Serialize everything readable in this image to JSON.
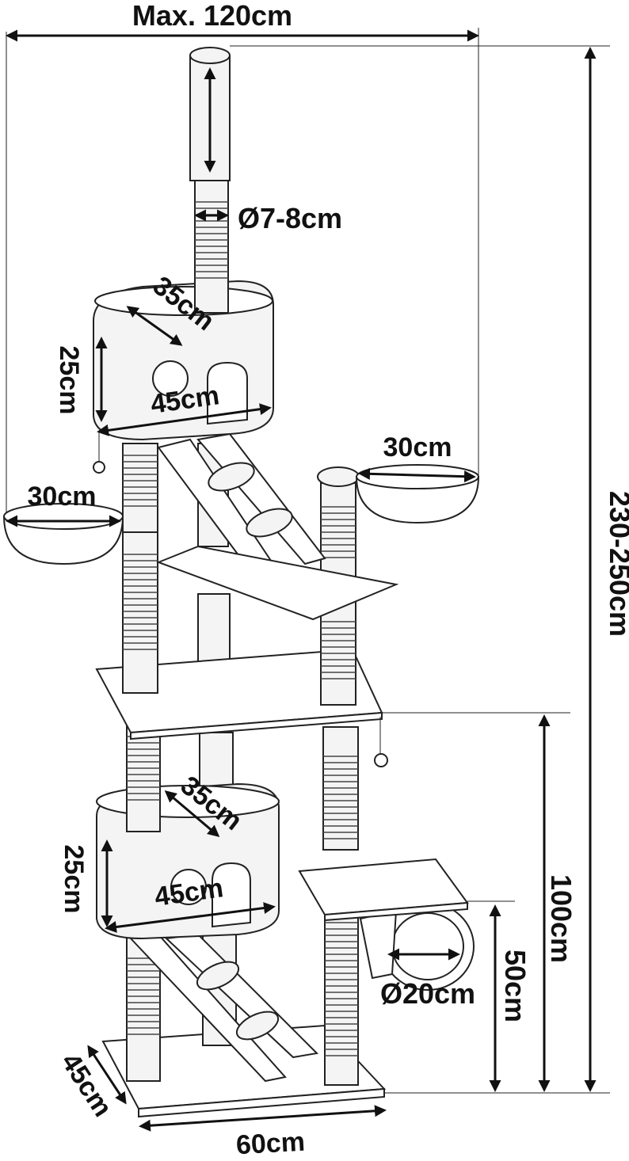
{
  "dimensions": {
    "max_width": "Max. 120cm",
    "total_height": "230-250cm",
    "pole_diameter": "Ø7-8cm",
    "top_house_depth": "35cm",
    "top_house_height": "25cm",
    "top_house_width": "45cm",
    "left_bowl": "30cm",
    "right_bowl": "30cm",
    "lower_house_depth": "35cm",
    "lower_house_height": "25cm",
    "lower_house_width": "45cm",
    "tunnel_diameter": "Ø20cm",
    "tunnel_height": "50cm",
    "lower_height": "100cm",
    "base_depth": "45cm",
    "base_width": "60cm"
  }
}
